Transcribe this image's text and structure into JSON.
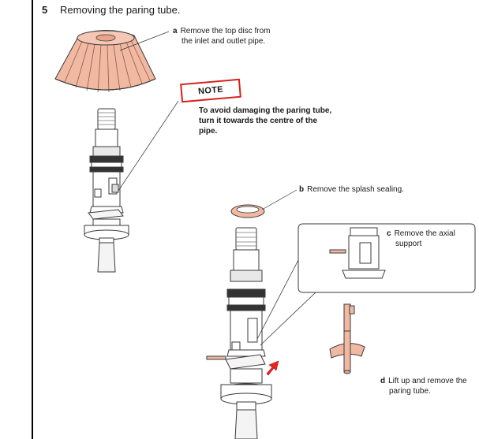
{
  "step": {
    "number": "5",
    "title": "Removing the paring tube."
  },
  "note": {
    "label": "NOTE",
    "text": "To avoid damaging the paring tube, turn it towards the centre of the pipe."
  },
  "callouts": {
    "a": {
      "letter": "a",
      "line1": "Remove the top disc from",
      "line2": "the inlet and outlet pipe."
    },
    "b": {
      "letter": "b",
      "line1": "Remove the splash sealing."
    },
    "c": {
      "letter": "c",
      "line1": "Remove the axial",
      "line2": "support"
    },
    "d": {
      "letter": "d",
      "line1": "Lift up and remove the",
      "line2": "paring tube."
    }
  },
  "colors": {
    "part_highlight": "#f2b9a2",
    "part_outline": "#3a3a3a",
    "note_border": "#d8201f",
    "arrow": "#e8251f"
  }
}
